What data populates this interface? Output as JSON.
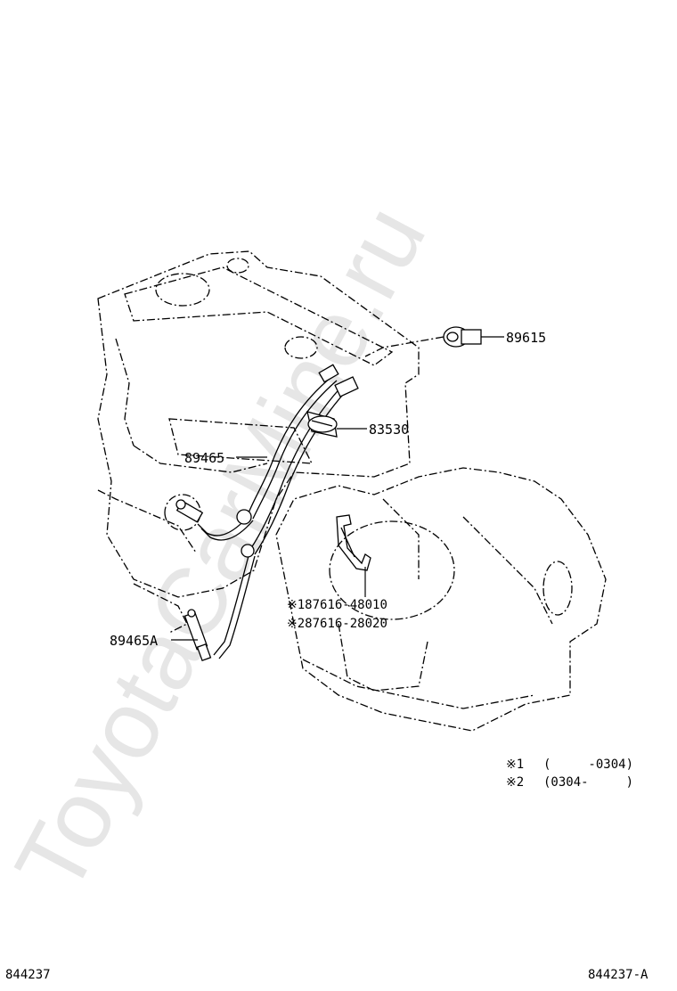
{
  "watermark": "ToyotaCarMine.ru",
  "callouts": {
    "knock_sensor": "89615",
    "oil_pressure_switch": "83530",
    "oxygen_sensor_upper": "89465",
    "oxygen_sensor_lower": "89465A",
    "bracket_1": "※187616-48010",
    "bracket_2": "※287616-28020"
  },
  "legend": {
    "row1_mark": "※1",
    "row1_range": "(　　　-0304)",
    "row2_mark": "※2",
    "row2_range": "(0304-　　　)"
  },
  "footer": {
    "left_code": "844237",
    "right_code": "844237-A"
  }
}
